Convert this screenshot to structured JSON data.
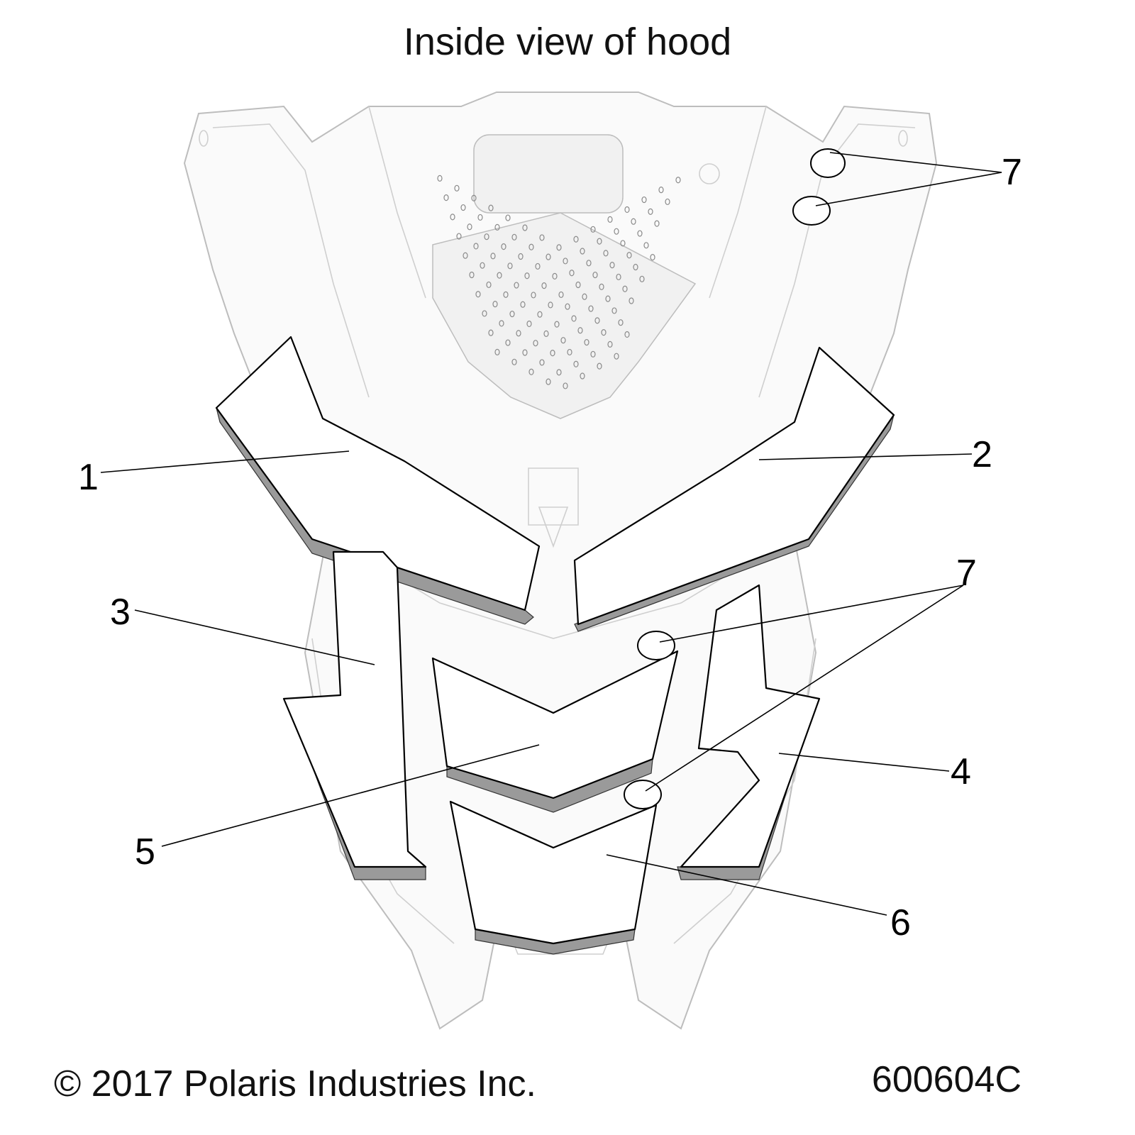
{
  "title": "Inside view of hood",
  "copyright": "© 2017 Polaris Industries Inc.",
  "figure_id": "600604C",
  "callouts": [
    {
      "label": "1"
    },
    {
      "label": "2"
    },
    {
      "label": "3"
    },
    {
      "label": "4"
    },
    {
      "label": "5"
    },
    {
      "label": "6"
    },
    {
      "label": "7"
    },
    {
      "label": "7"
    }
  ]
}
